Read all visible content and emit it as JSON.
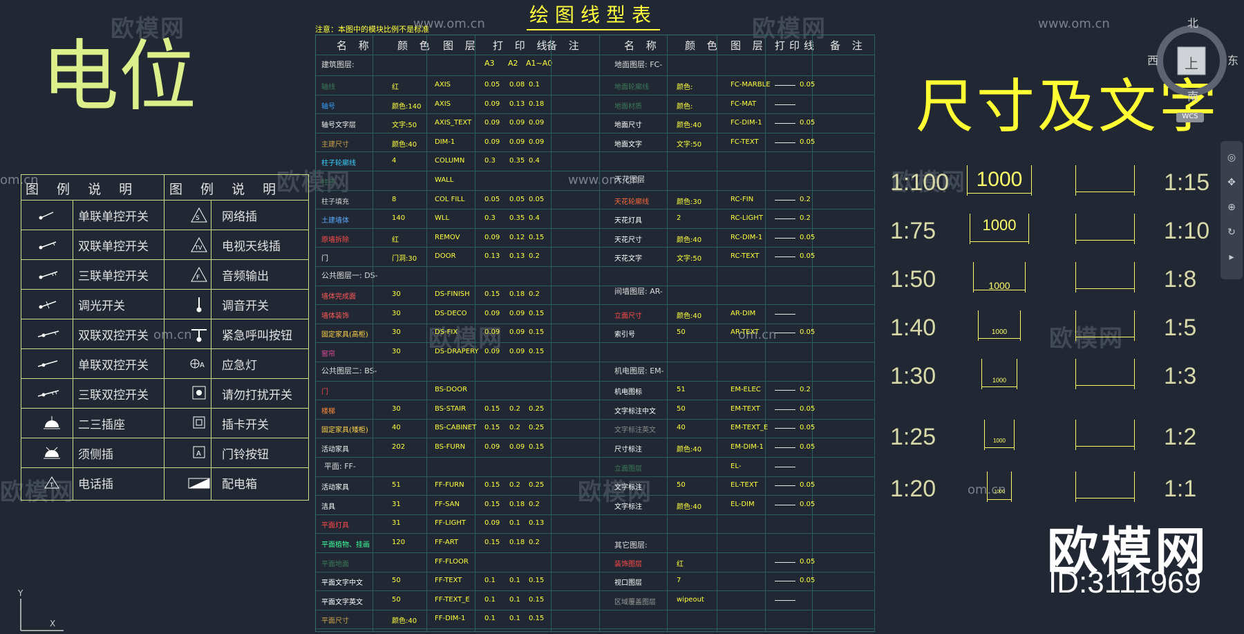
{
  "title_left": "电位",
  "title_right": "尺寸及文字",
  "main_title": "绘图线型表",
  "note": "注意：本图中的模块比例不是标准",
  "compass": {
    "north": "北",
    "south": "南",
    "west": "西",
    "east": "东",
    "center": "上",
    "wcs": "WCS"
  },
  "legend": {
    "headers": [
      "图 例 说 明",
      "图 例 说 明"
    ],
    "rows": [
      {
        "left": "单联单控开关",
        "right": "网络插"
      },
      {
        "left": "双联单控开关",
        "right": "电视天线插"
      },
      {
        "left": "三联单控开关",
        "right": "音频输出"
      },
      {
        "left": "调光开关",
        "right": "调音开关"
      },
      {
        "left": "双联双控开关",
        "right": "紧急呼叫按钮"
      },
      {
        "left": "单联双控开关",
        "right": "应急灯"
      },
      {
        "left": "三联双控开关",
        "right": "请勿打扰开关"
      },
      {
        "left": "二三插座",
        "right": "插卡开关"
      },
      {
        "left": "须侧插",
        "right": "门铃按钮"
      },
      {
        "left": "电话插",
        "right": "配电箱"
      }
    ]
  },
  "grid": {
    "headers_left": [
      "名 称",
      "颜 色",
      "图 层",
      "打 印 线",
      "备 注"
    ],
    "headers_right": [
      "名 称",
      "颜 色",
      "图 层",
      "打印线",
      "备 注"
    ],
    "print_sizes": [
      "A3",
      "A2",
      "A1~A0"
    ],
    "sections_left": [
      "建筑图层:",
      "公共图层一: DS-",
      "公共图层二: BS-",
      "平面: FF-"
    ],
    "sections_right": [
      "地面图层: FC-",
      "天花图层",
      "间墙图层: AR-",
      "机电图层: EM-",
      "其它图层:"
    ],
    "left_rows": [
      {
        "name": "轴线",
        "color": "红",
        "layer": "AXIS",
        "p": [
          "0.05",
          "0.08",
          "0.1"
        ]
      },
      {
        "name": "轴号",
        "color": "颜色:140",
        "layer": "AXIS",
        "p": [
          "0.09",
          "0.13",
          "0.18"
        ]
      },
      {
        "name": "轴号文字层",
        "color": "文字:50",
        "layer": "AXIS_TEXT",
        "p": [
          "0.09",
          "0.09",
          "0.09"
        ]
      },
      {
        "name": "主建尺寸",
        "color": "颜色:40",
        "layer": "DIM-1",
        "p": [
          "0.09",
          "0.09",
          "0.09"
        ]
      },
      {
        "name": "柱子轮廓线",
        "color": "4",
        "layer": "COLUMN",
        "p": [
          "0.3",
          "0.35",
          "0.4"
        ]
      },
      {
        "name": "柱子",
        "color": "",
        "layer": "WALL",
        "p": [
          "",
          "",
          ""
        ]
      },
      {
        "name": "柱子填充",
        "color": "8",
        "layer": "COL FILL",
        "p": [
          "0.05",
          "0.05",
          "0.05"
        ]
      },
      {
        "name": "土建墙体",
        "color": "140",
        "layer": "WLL",
        "p": [
          "0.3",
          "0.35",
          "0.4"
        ]
      },
      {
        "name": "原墙拆除",
        "color": "红",
        "layer": "REMOV",
        "p": [
          "0.09",
          "0.12",
          "0.15"
        ]
      },
      {
        "name": "门",
        "color": "门洞:30",
        "layer": "DOOR",
        "p": [
          "0.13",
          "0.13",
          "0.2"
        ]
      },
      {
        "name": "墙体完成面",
        "color": "30",
        "layer": "DS-FINISH",
        "p": [
          "0.15",
          "0.18",
          "0.2"
        ]
      },
      {
        "name": "墙体装饰",
        "color": "30",
        "layer": "DS-DECO",
        "p": [
          "0.09",
          "0.09",
          "0.15"
        ]
      },
      {
        "name": "固定家具(高柜)",
        "color": "30",
        "layer": "DS-FIX",
        "p": [
          "0.09",
          "0.09",
          "0.15"
        ]
      },
      {
        "name": "窗帘",
        "color": "30",
        "layer": "DS-DRAPERY",
        "p": [
          "0.09",
          "0.09",
          "0.15"
        ]
      },
      {
        "name": "门",
        "color": "",
        "layer": "BS-DOOR",
        "p": [
          "",
          "",
          ""
        ]
      },
      {
        "name": "楼梯",
        "color": "30",
        "layer": "BS-STAIR",
        "p": [
          "0.15",
          "0.2",
          "0.25"
        ]
      },
      {
        "name": "固定家具(矮柜)",
        "color": "40",
        "layer": "BS-CABINET",
        "p": [
          "0.15",
          "0.2",
          "0.25"
        ]
      },
      {
        "name": "活动家具",
        "color": "202",
        "layer": "BS-FURN",
        "p": [
          "0.09",
          "0.09",
          "0.15"
        ]
      },
      {
        "name": "活动家具",
        "color": "51",
        "layer": "FF-FURN",
        "p": [
          "0.15",
          "0.2",
          "0.25"
        ]
      },
      {
        "name": "洁具",
        "color": "31",
        "layer": "FF-SAN",
        "p": [
          "0.15",
          "0.18",
          "0.2"
        ]
      },
      {
        "name": "平面灯具",
        "color": "31",
        "layer": "FF-LIGHT",
        "p": [
          "0.09",
          "0.1",
          "0.13"
        ]
      },
      {
        "name": "平面植物、挂画",
        "color": "120",
        "layer": "FF-ART",
        "p": [
          "0.15",
          "0.18",
          "0.2"
        ]
      },
      {
        "name": "平面地面",
        "color": "",
        "layer": "FF-FLOOR",
        "p": [
          "",
          "",
          ""
        ]
      },
      {
        "name": "平面文字中文",
        "color": "50",
        "layer": "FF-TEXT",
        "p": [
          "0.1",
          "0.1",
          "0.15"
        ]
      },
      {
        "name": "平面文字英文",
        "color": "50",
        "layer": "FF-TEXT_E",
        "p": [
          "0.1",
          "0.1",
          "0.15"
        ]
      },
      {
        "name": "平面尺寸",
        "color": "颜色:40",
        "layer": "FF-DIM-1",
        "p": [
          "0.1",
          "0.1",
          "0.15"
        ]
      }
    ],
    "right_rows": [
      {
        "name": "地面轮廓线",
        "color": "颜色:",
        "layer": "FC-MARBLE",
        "p": "0.05"
      },
      {
        "name": "地面材质",
        "color": "颜色:",
        "layer": "FC-MAT",
        "p": ""
      },
      {
        "name": "地面尺寸",
        "color": "颜色:40",
        "layer": "FC-DIM-1",
        "p": "0.05"
      },
      {
        "name": "地面文字",
        "color": "文字:50",
        "layer": "FC-TEXT",
        "p": "0.05"
      },
      {
        "name": "天花轮廓线",
        "color": "颜色:30",
        "layer": "RC-FIN",
        "p": "0.2"
      },
      {
        "name": "天花灯具",
        "color": "2",
        "layer": "RC-LIGHT",
        "p": "0.2"
      },
      {
        "name": "天花尺寸",
        "color": "颜色:40",
        "layer": "RC-DIM-1",
        "p": "0.05"
      },
      {
        "name": "天花文字",
        "color": "文字:50",
        "layer": "RC-TEXT",
        "p": "0.05"
      },
      {
        "name": "立面尺寸",
        "color": "颜色:40",
        "layer": "AR-DIM",
        "p": ""
      },
      {
        "name": "索引号",
        "color": "50",
        "layer": "AR-TEXT",
        "p": "0.05"
      },
      {
        "name": "机电图标",
        "color": "51",
        "layer": "EM-ELEC",
        "p": "0.2"
      },
      {
        "name": "文字标注中文",
        "color": "50",
        "layer": "EM-TEXT",
        "p": "0.05"
      },
      {
        "name": "文字标注英文",
        "color": "40",
        "layer": "EM-TEXT_E",
        "p": "0.05"
      },
      {
        "name": "尺寸标注",
        "color": "颜色:40",
        "layer": "EM-DIM-1",
        "p": "0.05"
      },
      {
        "name": "立面图层",
        "color": "",
        "layer": "EL-",
        "p": ""
      },
      {
        "name": "文字标注",
        "color": "50",
        "layer": "EL-TEXT",
        "p": "0.05"
      },
      {
        "name": "文字标注",
        "color": "颜色:40",
        "layer": "EL-DIM",
        "p": "0.05"
      },
      {
        "name": "装饰图层",
        "color": "红",
        "layer": "",
        "p": "0.05"
      },
      {
        "name": "视口图层",
        "color": "7",
        "layer": "",
        "p": "0.05"
      },
      {
        "name": "区域覆盖图层",
        "color": "wipeout",
        "layer": "",
        "p": ""
      }
    ]
  },
  "scales_left": [
    "1:100",
    "1:75",
    "1:50",
    "1:40",
    "1:30",
    "1:25",
    "1:20"
  ],
  "scales_right": [
    "1:15",
    "1:10",
    "1:8",
    "1:5",
    "1:3",
    "1:2",
    "1:1"
  ],
  "dim_labels": [
    "1000",
    "1000",
    "1000",
    "1000",
    "1000",
    "1000",
    "1000"
  ],
  "watermark": {
    "text": "欧模网",
    "url": "www.om.cn",
    "url_short": "om.cn"
  },
  "brand": {
    "name": "欧模网",
    "id": "ID:3111969"
  },
  "ucs": {
    "y": "Y",
    "x": "X"
  }
}
